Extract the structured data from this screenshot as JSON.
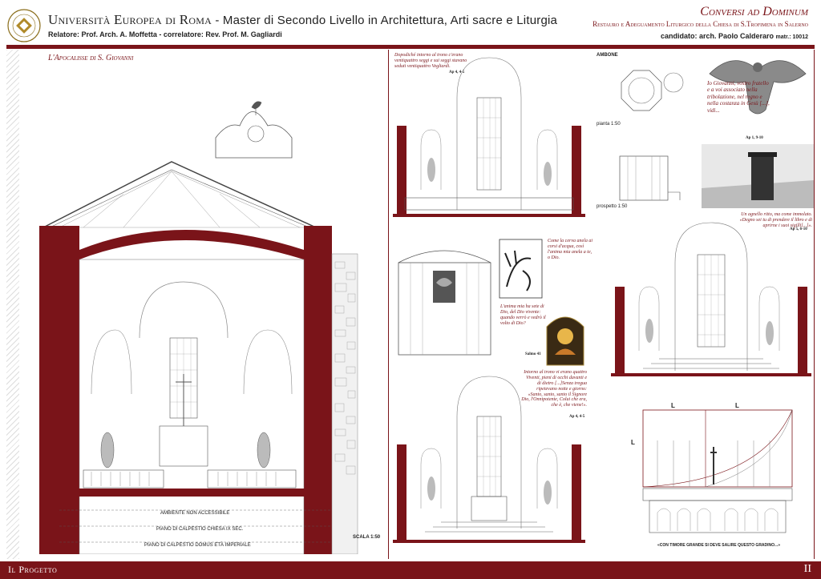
{
  "header": {
    "university": "Università Europea di Roma",
    "master": "- Master di Secondo Livello in Architettura, Arti sacre e Liturgia",
    "relatore": "Relatore: Prof. Arch. A. Moffetta - correlatore: Rev. Prof. M. Gagliardi",
    "project_title": "Conversi ad Dominum",
    "project_subtitle": "Restauro e Adeguamento Liturgico della Chiesa di S.Trofimena in Salerno",
    "candidate": "candidato: arch. Paolo Calderaro",
    "matricola": "matr.: 10012"
  },
  "left_panel": {
    "title": "L'Apocalisse di S. Giovanni",
    "level_1": "AMBIENTE NON ACCESSIBILE",
    "level_2": "PIANO DI CALPESTIO CHIESA IX SEC.",
    "level_3": "PIANO DI CALPESTIO DOMUS ETÀ IMPERIALE",
    "scale": "SCALA 1:50"
  },
  "middle_panel": {
    "note_top": "Dopodiché intorno al trono c'erano ventiquattro seggi e sui seggi stavano seduti ventiquattro Vegliardi.",
    "ref_top": "Ap 4, 4-5",
    "psalm_text_1": "Come la cerva anela ai corsi d'acqua, così l'anima mia anela a te, o Dio.",
    "psalm_text_2": "L'anima mia ha sete di Dio, del Dio vivente: quando verrò e vedrò il volto di Dio?",
    "psalm_ref": "Salmo 41",
    "note_bottom": "Intorno al trono vi erano quattro Viventi, pieni di occhi davanti e di dietro [...]Senza tregua ripetevano notte e giorno: «Santo, santo, santo il Signore Dio, l'Onnipotente, Colui che era, che è, che viene!».",
    "ref_bottom": "Ap 4, 4-5"
  },
  "right_panel": {
    "ambone": "AMBONE",
    "pianta": "pianta 1:50",
    "prospetto": "prospetto 1:50",
    "quote_1": "Io Giovanni, vostro fratello e a voi associato nella tribolazione, nel regno e nella costanza in Gesù [...], vidi...",
    "ref_1": "Ap 1, 9-10",
    "quote_2": "Un agnello ritto, ma come immolato. «Degno sei tu di prendere il libro e di aprirne i suoi sigilli[...]».",
    "ref_2": "Ap 5, 6-10",
    "dim_l": "L",
    "caption": "«CON TIMORE GRANDE SI DEVE SALIRE QUESTO GRADINO...»"
  },
  "footer": {
    "section": "Il Progetto",
    "page": "II"
  },
  "colors": {
    "accent": "#7a1419"
  }
}
